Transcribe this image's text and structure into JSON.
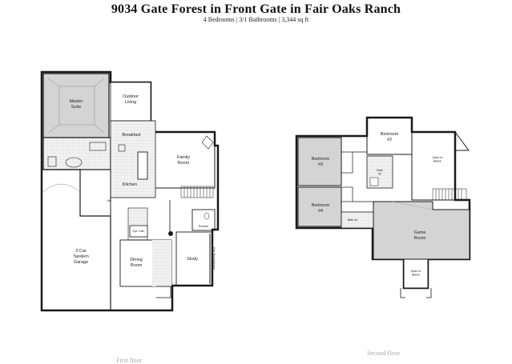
{
  "header": {
    "title": "9034 Gate Forest in Front Gate in Fair Oaks Ranch",
    "subtitle": "4 Bedrooms | 3/1 Bathrooms | 3,344 sq ft"
  },
  "floors": {
    "first": {
      "caption": "First floor",
      "rooms": {
        "master_suite": [
          "Master",
          "Suite"
        ],
        "outdoor_living": [
          "Outdoor",
          "Living"
        ],
        "breakfast": "Breakfast",
        "family_room": [
          "Family",
          "Room"
        ],
        "kitchen": "Kitchen",
        "util": "Util",
        "garage": [
          "3 Car",
          "Tandem",
          "Garage"
        ],
        "opt_cab": "Opt. Cab.",
        "powder": "Powder",
        "dining_room": [
          "Dining",
          "Room"
        ],
        "study": "Study",
        "opt_bookshelves": "Opt. Bookshelves"
      }
    },
    "second": {
      "caption": "Second floor",
      "rooms": {
        "bedroom_2": [
          "Bedroom",
          "#2"
        ],
        "bedroom_3": [
          "Bedroom",
          "#3"
        ],
        "bedroom_4": [
          "Bedroom",
          "#4"
        ],
        "bath_2": [
          "Bath",
          "#2"
        ],
        "bath_4": "Bath #4",
        "open_to_below_top": [
          "Open to",
          "Below"
        ],
        "game_room": [
          "Game",
          "Room"
        ],
        "open_to_below_bottom": [
          "Open to",
          "Below"
        ]
      }
    }
  },
  "colors": {
    "wall": "#1a1a1a",
    "shaded_room": "#d4d4d4",
    "floor_tile": "#e8e8e8",
    "caption": "#aaaaaa"
  }
}
